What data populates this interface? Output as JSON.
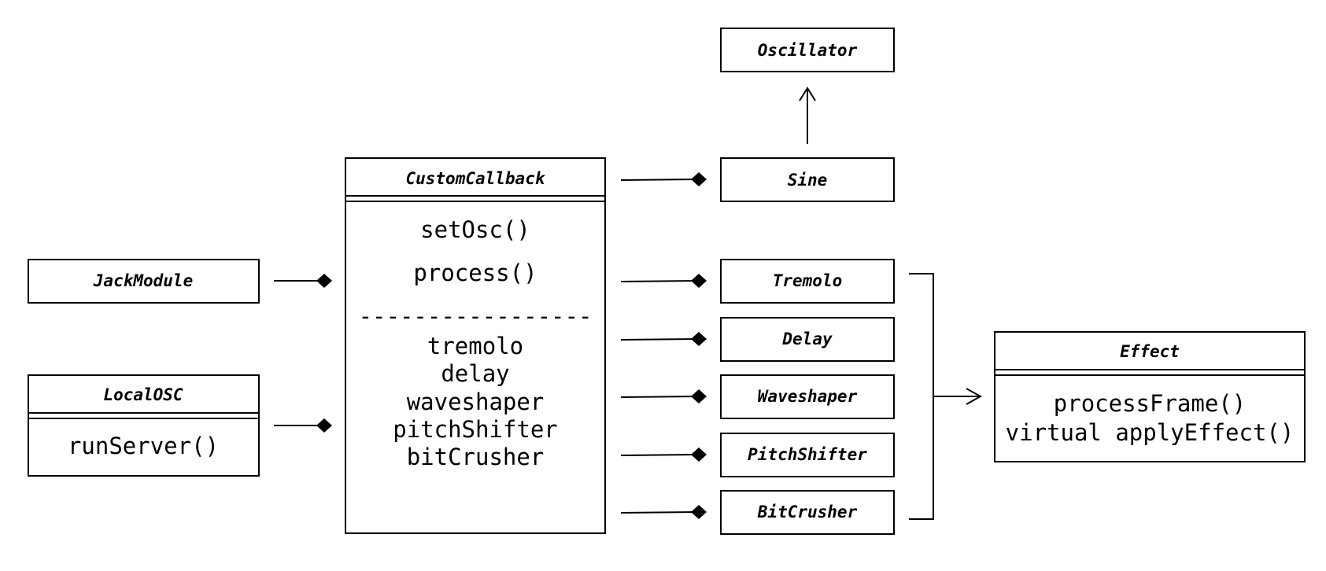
{
  "classes": {
    "oscillator": {
      "name": "Oscillator"
    },
    "sine": {
      "name": "Sine"
    },
    "custom_callback": {
      "name": "CustomCallback",
      "methods": [
        "setOsc()",
        "process()"
      ],
      "separator": "-----------------",
      "members": [
        "tremolo",
        "delay",
        "waveshaper",
        "pitchShifter",
        "bitCrusher"
      ]
    },
    "jack_module": {
      "name": "JackModule"
    },
    "local_osc": {
      "name": "LocalOSC",
      "methods": [
        "runServer()"
      ]
    },
    "tremolo": {
      "name": "Tremolo"
    },
    "delay": {
      "name": "Delay"
    },
    "waveshaper": {
      "name": "Waveshaper"
    },
    "pitch_shifter": {
      "name": "PitchShifter"
    },
    "bit_crusher": {
      "name": "BitCrusher"
    },
    "effect": {
      "name": "Effect",
      "methods": [
        "processFrame()",
        "virtual applyEffect()"
      ]
    }
  }
}
